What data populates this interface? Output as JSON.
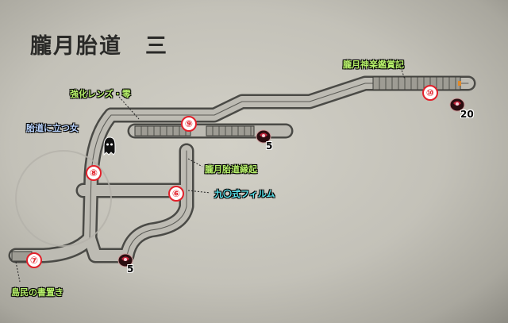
{
  "map_title": "朧月胎道　三",
  "labels": {
    "lens": "強化レンズ・零",
    "woman": "胎道に立つ女",
    "origin": "朧月胎道縁起",
    "film": "九〇式フィルム",
    "kagura": "朧月神楽鑑賞記",
    "islander": "島民の書置き"
  },
  "markers": {
    "m6": "⑥",
    "m7": "⑦",
    "m8": "⑧",
    "m9": "⑨",
    "m10": "⑩"
  },
  "item_counts": {
    "c1": "5",
    "c2": "5",
    "c3": "20"
  },
  "icons": [
    "ghost-icon",
    "item-pouch-icon",
    "document-icon"
  ],
  "colors": {
    "item_label": "#b6f06a",
    "film_label": "#5ce6f0",
    "ghost_label": "#b9d4ff",
    "marker_ring": "#e2202a"
  }
}
